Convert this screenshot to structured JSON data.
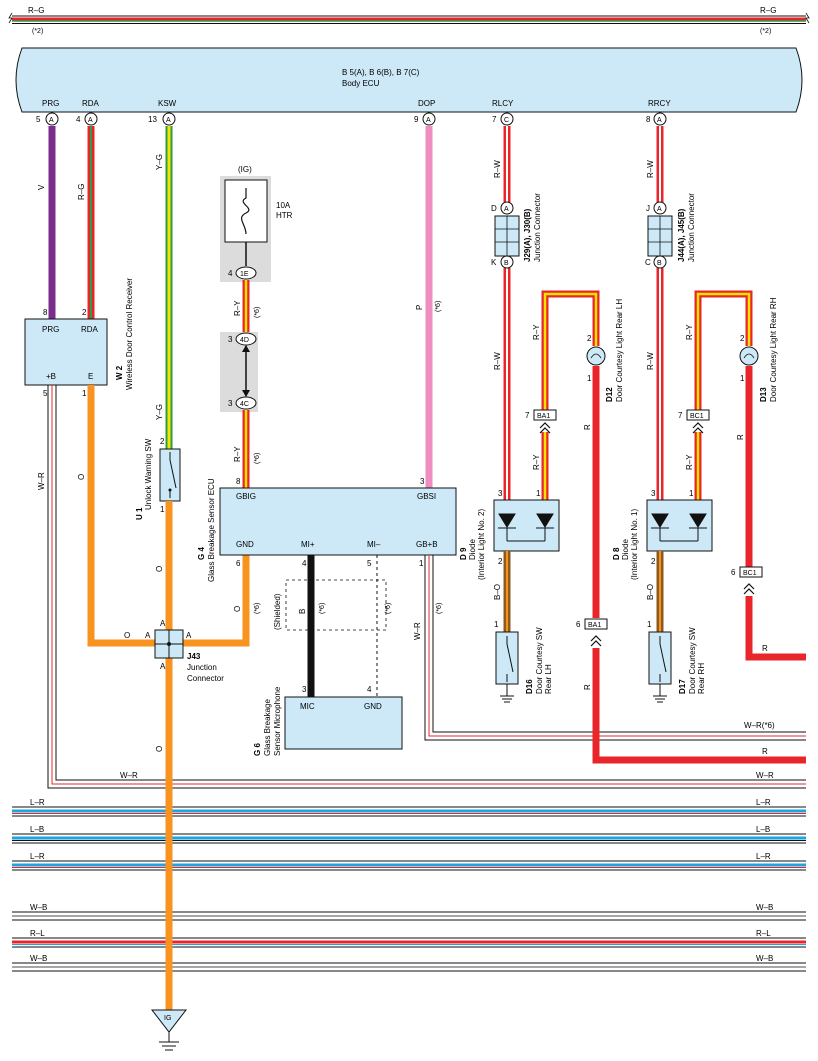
{
  "top_bus": {
    "wire": "R–G",
    "note_left": "(*2)",
    "note_right": "(*2)"
  },
  "ecu": {
    "title": "B 5(A), B 6(B), B 7(C)",
    "subtitle": "Body ECU",
    "pins": {
      "prg": {
        "name": "PRG",
        "num": "5",
        "conn": "A"
      },
      "rda": {
        "name": "RDA",
        "num": "4",
        "conn": "A"
      },
      "ksw": {
        "name": "KSW",
        "num": "13",
        "conn": "A"
      },
      "dop": {
        "name": "DOP",
        "num": "9",
        "conn": "A"
      },
      "rlcy": {
        "name": "RLCY",
        "num": "7",
        "conn": "C"
      },
      "rrcy": {
        "name": "RRCY",
        "num": "8",
        "conn": "A"
      }
    }
  },
  "wires": {
    "v": "V",
    "r_g": "R–G",
    "y_g": "Y–G",
    "y_g2": "Y–G",
    "p": "P",
    "note6": "(*6)",
    "r_w1": "R–W",
    "r_w2": "R–W",
    "r_w3": "R–W",
    "r_w4": "R–W",
    "r_y": "R–Y",
    "o": "O",
    "w_r": "W–R",
    "b": "B",
    "shielded": "(Shielded)",
    "b_o": "B–O",
    "r": "R",
    "w_r6": "W–R(*6)"
  },
  "receiver": {
    "code": "W 2",
    "name": "Wireless Door Control Receiver",
    "pin_prg": "PRG",
    "pin_rda": "RDA",
    "pin_b": "+B",
    "pin_e": "E",
    "n8": "8",
    "n2": "2",
    "n5": "5",
    "n1": "1"
  },
  "fuse": {
    "label": "(IG)",
    "rating": "10A",
    "name": "HTR",
    "conn1": "1E",
    "n4": "4",
    "conn2": "4D",
    "n3a": "3",
    "conn3": "4C",
    "n3b": "3"
  },
  "switch_u1": {
    "code": "U 1",
    "name": "Unlock Warning SW",
    "n2": "2",
    "n1": "1"
  },
  "glass_ecu": {
    "code": "G 4",
    "name": "Glass Breakage Sensor ECU",
    "gbig": "GBIG",
    "gbsi": "GBSI",
    "gnd": "GND",
    "mi_plus": "MI+",
    "mi_minus": "MI–",
    "gb_b": "GB+B",
    "n8": "8",
    "n3": "3",
    "n6": "6",
    "n4": "4",
    "n5": "5",
    "n1": "1"
  },
  "mic": {
    "code": "G 6",
    "name1": "Glass Breakage",
    "name2": "Sensor Microphone",
    "mic": "MIC",
    "gnd": "GND",
    "n3": "3",
    "n4": "4"
  },
  "j43": {
    "code": "J43",
    "name1": "Junction",
    "name2": "Connector",
    "a": "A"
  },
  "jc_left": {
    "code": "J29(A), J30(B)",
    "name": "Junction Connector",
    "d": "D",
    "k": "K",
    "ca": "A",
    "cb": "B"
  },
  "jc_right": {
    "code": "J44(A), J45(B)",
    "name": "Junction Connector",
    "j": "J",
    "c": "C",
    "ca": "A",
    "cb": "B"
  },
  "lamp_lh": {
    "code": "D12",
    "name": "Door Courtesy Light Rear LH",
    "n2": "2",
    "n1": "1"
  },
  "lamp_rh": {
    "code": "D13",
    "name": "Door Courtesy Light Rear RH",
    "n2": "2",
    "n1": "1"
  },
  "diode_2": {
    "code": "D 9",
    "name": "Diode",
    "sub": "(Interior Light No. 2)",
    "n3": "3",
    "n1": "1",
    "n2": "2"
  },
  "diode_1": {
    "code": "D 8",
    "name": "Diode",
    "sub": "(Interior Light No. 1)",
    "n3": "3",
    "n1": "1",
    "n2": "2"
  },
  "conn": {
    "ba1": "BA1",
    "bc1": "BC1",
    "n7a": "7",
    "n7b": "7",
    "n6a": "6",
    "n6b": "6"
  },
  "sw_lh": {
    "code": "D16",
    "name1": "Door Courtesy SW",
    "name2": "Rear LH",
    "n1": "1"
  },
  "sw_rh": {
    "code": "D17",
    "name1": "Door Courtesy SW",
    "name2": "Rear RH",
    "n1": "1"
  },
  "ground": {
    "label": "IG"
  },
  "bus": {
    "l_r": "L–R",
    "l_b": "L–B",
    "w_b": "W–B",
    "r_l": "R–L",
    "w_r": "W–R",
    "r": "R",
    "w_r6": "W–R(*6)"
  },
  "colors": {
    "component_fill": "#cde9f7",
    "violet": "#7b2d8e",
    "red": "#e8252a",
    "green": "#2e9c47",
    "yellow": "#f5e400",
    "pink": "#f08dc0",
    "orange": "#f7931e",
    "blue": "#1ba6e0",
    "brown": "#8a5a1e"
  }
}
